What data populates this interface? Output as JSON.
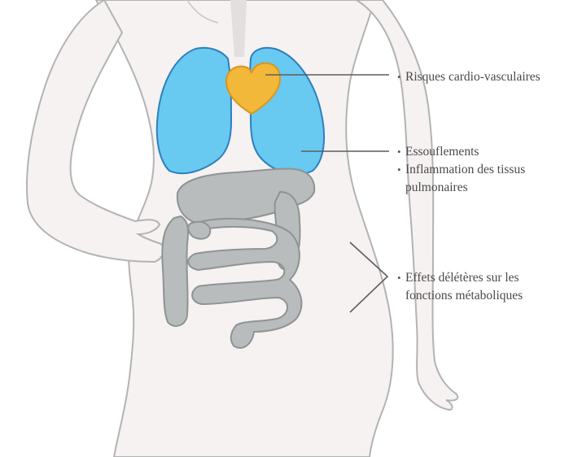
{
  "colors": {
    "background": "#ffffff",
    "body_fill": "#f5f2f1",
    "body_outline": "#b3b3b3",
    "trachea": "#e2dfde",
    "lungs_fill": "#68c9f1",
    "lungs_stroke": "#2f7fbd",
    "heart_fill": "#f2b83a",
    "heart_stroke": "#dc9420",
    "intestine_fill": "#b9bcbc",
    "intestine_stroke": "#8f9393",
    "leader_line": "#5d5d5d",
    "text": "#4a4a4a"
  },
  "icons": {
    "body": "female-torso-silhouette",
    "lungs": "lungs-icon",
    "heart": "heart-icon",
    "intestines": "intestines-icon",
    "bracket": "bracket-icon"
  },
  "callouts": {
    "heart": {
      "items": [
        "Risques cardio-vasculaires"
      ]
    },
    "lungs": {
      "items": [
        "Essouflements",
        "Inflammation des tissus",
        "pulmonaires"
      ]
    },
    "gut": {
      "items": [
        "Effets délétères sur les",
        "fonctions métaboliques"
      ]
    }
  }
}
